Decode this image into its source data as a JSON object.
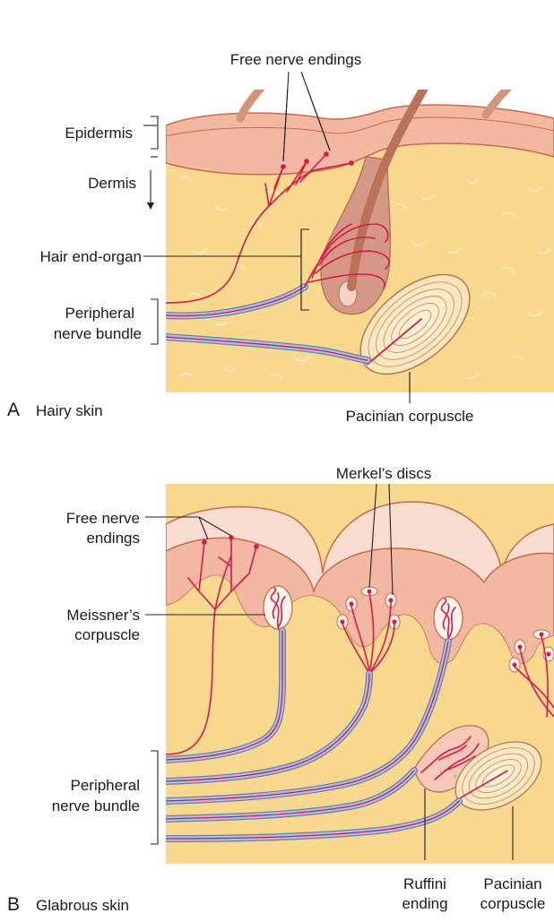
{
  "panel_a": {
    "letter": "A",
    "title": "Hairy skin",
    "labels": {
      "free_nerve_endings": "Free nerve endings",
      "epidermis": "Epidermis",
      "dermis": "Dermis",
      "hair_end_organ": "Hair end-organ",
      "peripheral_nerve_bundle_line1": "Peripheral",
      "peripheral_nerve_bundle_line2": "nerve bundle",
      "pacinian_corpuscle": "Pacinian corpuscle"
    }
  },
  "panel_b": {
    "letter": "B",
    "title": "Glabrous skin",
    "labels": {
      "merkels_discs": "Merkel’s discs",
      "free_nerve_line1": "Free nerve",
      "free_nerve_line2": "endings",
      "meissners_line1": "Meissner’s",
      "meissners_line2": "corpuscle",
      "peripheral_line1": "Peripheral",
      "peripheral_line2": "nerve bundle",
      "ruffini_line1": "Ruffini",
      "ruffini_line2": "ending",
      "pacinian_line1": "Pacinian",
      "pacinian_line2": "corpuscle"
    }
  },
  "colors": {
    "dermis": "#f8d98f",
    "epidermis": "#f3b8a2",
    "epidermis_light": "#f9ddd0",
    "outline": "#c76a4c",
    "hair": "#b87358",
    "nerve": "#d8174a",
    "axon_sheath": "#a9c2e6"
  }
}
